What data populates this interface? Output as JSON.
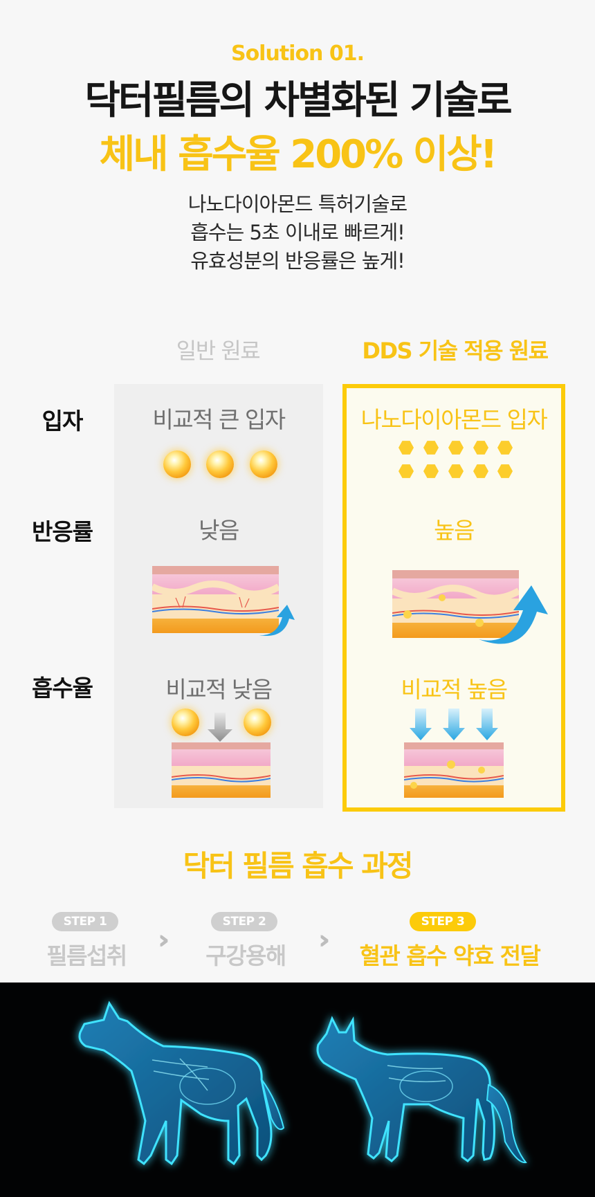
{
  "header": {
    "solution_label": "Solution 01.",
    "title_line1": "닥터필름의 차별화된 기술로",
    "title_line2": "체내 흡수율 200% 이상!"
  },
  "description": {
    "line1": "나노다이아몬드 특허기술로",
    "line2": "흡수는 5초 이내로 빠르게!",
    "line3": "유효성분의 반응률은 높게!"
  },
  "comparison": {
    "col_general": "일반 원료",
    "col_dds": "DDS 기술 적용 원료",
    "rows": {
      "particle": {
        "label": "입자",
        "general": "비교적 큰 입자",
        "dds": "나노다이아몬드 입자"
      },
      "reaction": {
        "label": "반응률",
        "general": "낮음",
        "dds": "높음"
      },
      "absorption": {
        "label": "흡수율",
        "general": "비교적 낮음",
        "dds": "비교적 높음"
      }
    }
  },
  "process": {
    "title": "닥터 필름 흡수 과정",
    "steps": [
      {
        "badge": "STEP 1",
        "label": "필름섭취"
      },
      {
        "badge": "STEP 2",
        "label": "구강용해"
      },
      {
        "badge": "STEP 3",
        "label": "혈관 흡수 약효 전달"
      }
    ]
  },
  "colors": {
    "accent": "#f8c316",
    "dds_border": "#fccb0a",
    "inactive_gray": "#c6c6c6",
    "xray_blue": "#2ad4f5"
  }
}
